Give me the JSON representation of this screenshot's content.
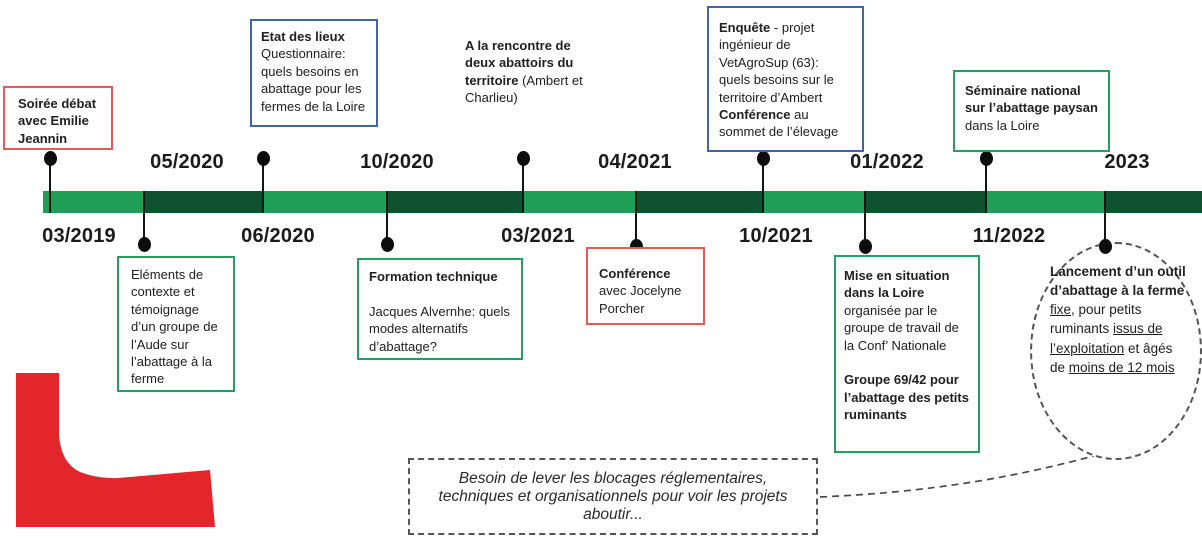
{
  "colors": {
    "bar_light_green": "#1f9e58",
    "bar_dark_green": "#10522f",
    "box_border_red": "#e4595a",
    "box_border_blue": "#4265a5",
    "box_border_green": "#21a05e",
    "dashed_outline_gray": "#555555",
    "logo_red": "#e2262b",
    "marker_black": "#0c0c0c"
  },
  "timeline": {
    "dates_above": [
      "05/2020",
      "10/2020",
      "04/2021",
      "01/2022",
      "2023"
    ],
    "dates_below": [
      "03/2019",
      "06/2020",
      "03/2021",
      "10/2021",
      "11/2022"
    ]
  },
  "events": {
    "soiree_debat": {
      "runs": [
        {
          "t": "Soirée débat avec Emilie Jeannin",
          "b": true
        }
      ]
    },
    "etat_des_lieux": {
      "runs": [
        {
          "t": "Etat des lieux\n",
          "b": true
        },
        {
          "t": "Questionnaire: quels besoins en abattage pour les fermes de la Loire"
        }
      ]
    },
    "rencontre_abattoirs": {
      "runs": [
        {
          "t": "A la rencontre de deux abattoirs du territoire ",
          "b": true
        },
        {
          "t": "(Ambert et Charlieu)"
        }
      ]
    },
    "enquete": {
      "runs": [
        {
          "t": "Enquête",
          "b": true
        },
        {
          "t": " - projet ingénieur de VetAgroSup (63): quels besoins sur le territoire d’Ambert\n"
        },
        {
          "t": "Conférence",
          "b": true
        },
        {
          "t": " au sommet de l’élevage"
        }
      ]
    },
    "seminaire_national": {
      "runs": [
        {
          "t": "Séminaire national sur l’abattage paysan",
          "b": true
        },
        {
          "t": " dans la Loire"
        }
      ]
    },
    "elements_contexte": {
      "runs": [
        {
          "t": "Eléments de contexte et témoignage d’un groupe de l’Aude sur l’abattage à la ferme"
        }
      ]
    },
    "formation_technique": {
      "runs": [
        {
          "t": "Formation technique\n\n",
          "b": true
        },
        {
          "t": "Jacques Alvernhe: quels modes alternatifs d’abattage?"
        }
      ]
    },
    "conference_porcher": {
      "runs": [
        {
          "t": "Conférence",
          "b": true
        },
        {
          "t": " avec Jocelyne Porcher"
        }
      ]
    },
    "mise_en_situation": {
      "runs": [
        {
          "t": "Mise en situation dans la Loire\n",
          "b": true
        },
        {
          "t": "organisée par le groupe de travail de la Conf’ Nationale\n\n"
        },
        {
          "t": "Groupe 69/42 pour l’abattage des petits ruminants",
          "b": true
        }
      ]
    },
    "lancement_outil": {
      "runs": [
        {
          "t": "Lancement d’un outil d’abattage à la ferme ",
          "b": true
        },
        {
          "t": "fixe",
          "u": true
        },
        {
          "t": ", pour petits ruminants "
        },
        {
          "t": "issus de l’exploitation",
          "u": true
        },
        {
          "t": " et âgés de "
        },
        {
          "t": "moins de 12 mois",
          "u": true
        }
      ]
    }
  },
  "banner": {
    "text": "Besoin de lever les blocages réglementaires, techniques et organisationnels pour voir les projets aboutir..."
  }
}
